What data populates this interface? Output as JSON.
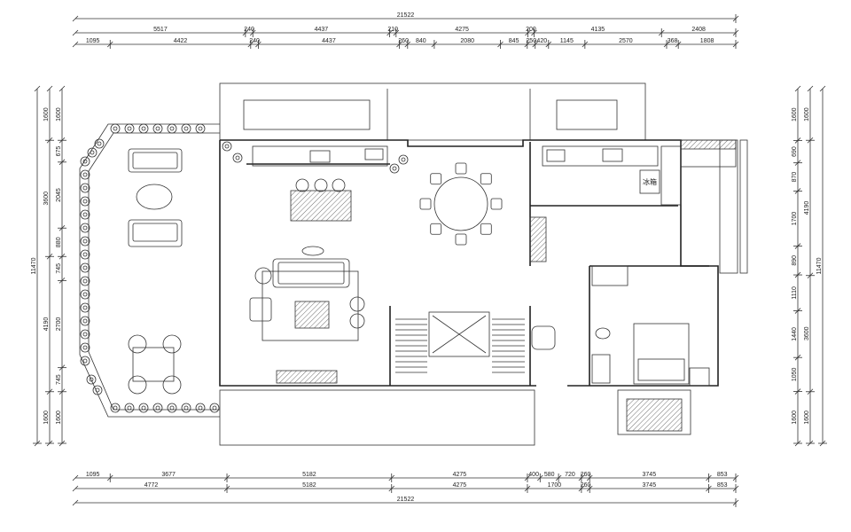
{
  "colors": {
    "ink": "#222222",
    "background": "#ffffff"
  },
  "dimensions": {
    "top_total": "21522",
    "top_row1": [
      "5517",
      "240",
      "4437",
      "210",
      "4275",
      "200",
      "4135",
      "2408"
    ],
    "top_row2": [
      "1095",
      "4422",
      "240",
      "4437",
      "260",
      "840",
      "2080",
      "845",
      "250",
      "420",
      "1145",
      "2570",
      "368",
      "1808"
    ],
    "bottom_row1": [
      "1095",
      "3677",
      "5182",
      "4275",
      "400",
      "580",
      "720",
      "260",
      "3745",
      "853"
    ],
    "bottom_row2": [
      "4772",
      "5182",
      "4275",
      "1700",
      "260",
      "3745",
      "853"
    ],
    "bottom_total": "21522",
    "left_total": "11470",
    "left_row1": [
      "1600",
      "3600",
      "4190",
      "1600"
    ],
    "left_row2": [
      "1600",
      "675",
      "2045",
      "880",
      "745",
      "2700",
      "745",
      "1600"
    ],
    "right_total": "11470",
    "right_row1": [
      "1600",
      "690",
      "870",
      "1700",
      "890",
      "1110",
      "1440",
      "1050",
      "1600"
    ],
    "right_row2": [
      "1600",
      "4190",
      "3600",
      "1600"
    ]
  },
  "labels": {
    "fridge": "冰箱"
  }
}
